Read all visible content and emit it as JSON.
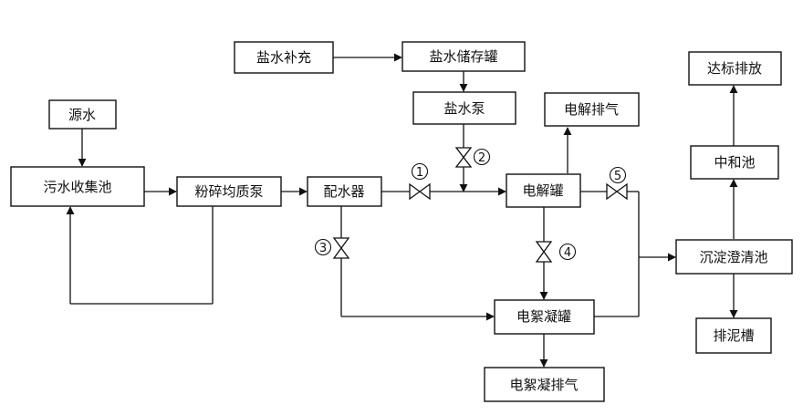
{
  "nodes": {
    "salt_supply": "盐水补充",
    "salt_tank": "盐水储存罐",
    "salt_pump": "盐水泵",
    "electrolysis_gas": "电解排气",
    "source_water": "源水",
    "collection_tank": "污水收集池",
    "crush_pump": "粉碎均质泵",
    "water_distributor": "配水器",
    "electrolysis_tank": "电解罐",
    "electroflocc_tank": "电絮凝罐",
    "electroflocc_gas": "电絮凝排气",
    "clarifier": "沉淀澄清池",
    "neutralize": "中和池",
    "discharge": "达标排放",
    "sludge": "排泥槽"
  },
  "valves": {
    "v1": "1",
    "v2": "2",
    "v3": "3",
    "v4": "4",
    "v5": "5"
  }
}
